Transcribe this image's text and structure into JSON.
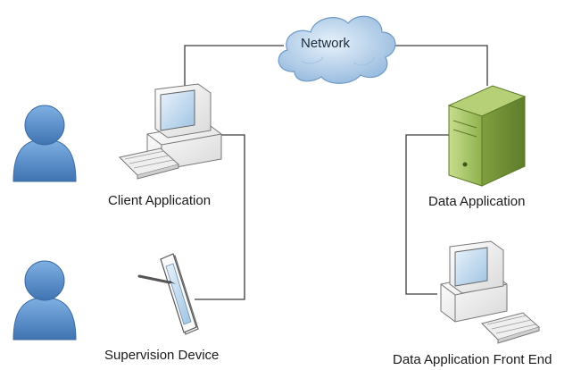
{
  "nodes": {
    "network": {
      "label": "Network",
      "icon": "cloud-icon"
    },
    "client_application": {
      "label": "Client Application",
      "icon": "desktop-computer-icon"
    },
    "supervision_device": {
      "label": "Supervision Device",
      "icon": "tablet-icon"
    },
    "data_application": {
      "label": "Data Application",
      "icon": "server-tower-icon"
    },
    "data_application_front_end": {
      "label": "Data Application Front End",
      "icon": "desktop-computer-icon"
    }
  },
  "users": [
    {
      "icon": "user-icon"
    },
    {
      "icon": "user-icon"
    }
  ],
  "colors": {
    "connector": "#3c3c3c",
    "user_fill": "#5b8fc9",
    "cloud_fill": "#aecbe6",
    "server_fill": "#9cbc5a",
    "device_fill": "#f2f2f2"
  }
}
